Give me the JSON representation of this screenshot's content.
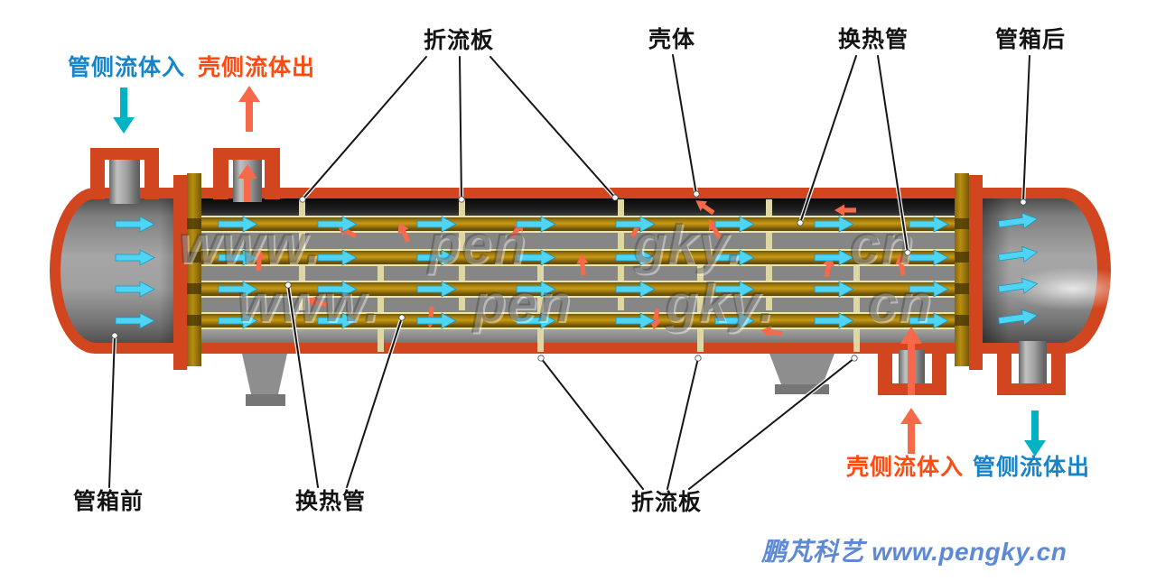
{
  "labels": {
    "tube_side_in": "管侧流体入",
    "shell_side_out": "壳侧流体出",
    "baffle_top": "折流板",
    "shell": "壳体",
    "heat_tube_top": "换热管",
    "rear_channel": "管箱后",
    "front_channel": "管箱前",
    "heat_tube_bottom": "换热管",
    "baffle_bottom": "折流板",
    "shell_side_in": "壳侧流体入",
    "tube_side_out": "管侧流体出"
  },
  "watermark": {
    "row1": "www. pen gky. cn",
    "row2": "www. pen gky. cn"
  },
  "footer": {
    "brand": "鹏芃科艺 www.pengky.cn"
  },
  "colors": {
    "shell_wall_red": "#d1461f",
    "tube_gold": "#c79a13",
    "tube_sheet_gold": "#b78e10",
    "baffle_cream": "#ded7a4",
    "tube_side_label_blue": "#1783c9",
    "shell_side_label_orange": "#ff4a10",
    "tube_flow_cyan": "#4fd4f4",
    "port_arrow_teal": "#00b2c4",
    "shell_flow_orange": "#f8694a",
    "brand_blue": "#5d89d5"
  }
}
